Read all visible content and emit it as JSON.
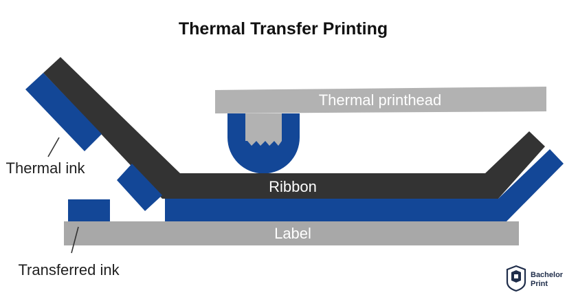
{
  "title": "Thermal Transfer Printing",
  "labels": {
    "printhead": "Thermal printhead",
    "ribbon": "Ribbon",
    "label": "Label",
    "thermal_ink": "Thermal ink",
    "transferred_ink": "Transferred ink"
  },
  "brand": {
    "line1": "Bachelor",
    "line2": "Print"
  },
  "colors": {
    "ribbon": "#333333",
    "ink": "#134797",
    "printhead": "#b2b2b2",
    "label": "#a8a8a8"
  }
}
